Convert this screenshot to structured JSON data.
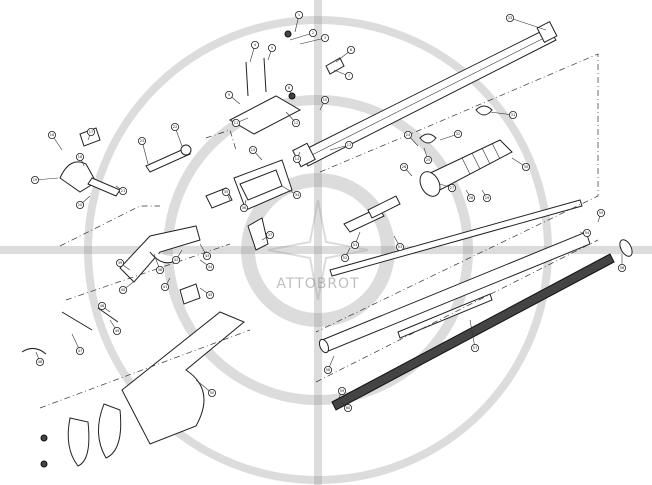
{
  "diagram": {
    "callouts": [
      {
        "id": "c1",
        "label": "1"
      },
      {
        "id": "c2",
        "label": "2"
      },
      {
        "id": "c3",
        "label": "3"
      },
      {
        "id": "c4",
        "label": "4"
      },
      {
        "id": "c5",
        "label": "5"
      },
      {
        "id": "c6",
        "label": "6"
      },
      {
        "id": "c7",
        "label": "7"
      },
      {
        "id": "c8",
        "label": "8"
      },
      {
        "id": "c9",
        "label": "9"
      },
      {
        "id": "c10",
        "label": "10"
      },
      {
        "id": "c11",
        "label": "11"
      },
      {
        "id": "c12",
        "label": "12"
      },
      {
        "id": "c13",
        "label": "13"
      },
      {
        "id": "c14",
        "label": "14"
      },
      {
        "id": "c15",
        "label": "15"
      },
      {
        "id": "c16",
        "label": "16"
      },
      {
        "id": "c17",
        "label": "17"
      },
      {
        "id": "c18",
        "label": "18"
      },
      {
        "id": "c19",
        "label": "19"
      },
      {
        "id": "c20",
        "label": "20"
      },
      {
        "id": "c21",
        "label": "21"
      },
      {
        "id": "c22",
        "label": "22"
      },
      {
        "id": "c23",
        "label": "23"
      },
      {
        "id": "c24",
        "label": "24"
      },
      {
        "id": "c25",
        "label": "25"
      },
      {
        "id": "c26",
        "label": "26"
      },
      {
        "id": "c27",
        "label": "27"
      },
      {
        "id": "c28",
        "label": "28"
      },
      {
        "id": "c29",
        "label": "29"
      },
      {
        "id": "c30",
        "label": "30"
      },
      {
        "id": "c31",
        "label": "31"
      },
      {
        "id": "c32",
        "label": "32"
      },
      {
        "id": "c33",
        "label": "33"
      },
      {
        "id": "c34",
        "label": "34"
      },
      {
        "id": "c35",
        "label": "35"
      },
      {
        "id": "c36",
        "label": "36"
      },
      {
        "id": "c37",
        "label": "37"
      },
      {
        "id": "c38",
        "label": "38"
      },
      {
        "id": "c39",
        "label": "39"
      },
      {
        "id": "c40",
        "label": "40"
      },
      {
        "id": "c41",
        "label": "41"
      },
      {
        "id": "c42",
        "label": "42"
      },
      {
        "id": "c43",
        "label": "43"
      },
      {
        "id": "c44",
        "label": "44"
      },
      {
        "id": "c45",
        "label": "45"
      },
      {
        "id": "c46",
        "label": "46"
      },
      {
        "id": "c47",
        "label": "47"
      },
      {
        "id": "c48",
        "label": "48"
      },
      {
        "id": "c49",
        "label": "49"
      },
      {
        "id": "c50",
        "label": "50"
      },
      {
        "id": "c51",
        "label": "51"
      },
      {
        "id": "c52",
        "label": "52"
      },
      {
        "id": "c53",
        "label": "53"
      },
      {
        "id": "c54",
        "label": "54"
      },
      {
        "id": "c55",
        "label": "55"
      },
      {
        "id": "c56",
        "label": "56"
      },
      {
        "id": "c57",
        "label": "57"
      },
      {
        "id": "c58",
        "label": "58"
      },
      {
        "id": "c59",
        "label": "59"
      },
      {
        "id": "c60",
        "label": "60"
      }
    ]
  },
  "watermark": {
    "text": "ATTOBROT",
    "color": "#9a9a9a"
  },
  "colors": {
    "line": "#222222",
    "background": "#ffffff"
  }
}
